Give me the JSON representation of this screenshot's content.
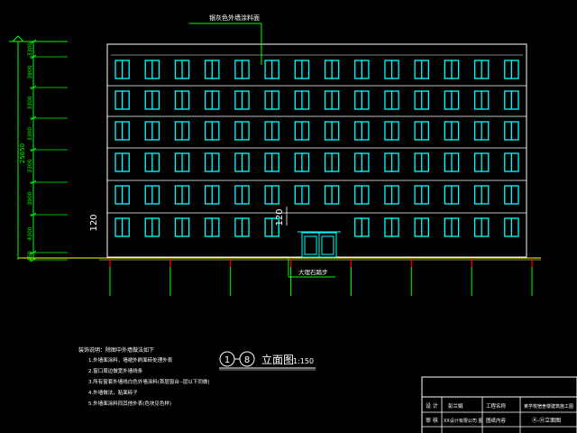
{
  "colors": {
    "background": "#000000",
    "outline": "#ffffff",
    "window": "#00ffff",
    "dimension": "#00ff00",
    "leader": "#00ff00",
    "axis": "#ff0000",
    "ground": "#ffff00",
    "text": "#ffffff"
  },
  "elevation": {
    "facade_note": "银灰色外墙涂料面",
    "door_note": "大理石踏步",
    "level_mark_left": "120",
    "level_mark_mid": "120",
    "total_height": "25650",
    "floor_heights": [
      "3300",
      "3800",
      "3300",
      "3300",
      "3300",
      "3900",
      "4300",
      "450"
    ],
    "floors": 6,
    "bays": 14,
    "axis_count": 8
  },
  "title": {
    "axis_start": "1",
    "axis_end": "8",
    "label": "立面图",
    "scale": "1:150"
  },
  "notes": {
    "heading": "装饰说明：除图中外墙做法如下",
    "items": [
      "1.外墙面涂料，墙裙外刷面砖处理外表",
      "2.窗口周边做宽外墙线条",
      "3.所有窗套外墙线白色外墙涂料(首层窗台--层以下同做)",
      "4.外墙做法，贴面砖子",
      "5.外墙面涂料同其他外表(色块见色样)"
    ]
  },
  "title_block": {
    "row1": [
      "设 计",
      "彭兰娟",
      "工程名称",
      "某学校宿舍楼建筑施工图"
    ],
    "row2": [
      "审 核",
      "XX设计有限公司 图",
      "图纸内容",
      "Ⓐ-Ⓗ立面图"
    ],
    "row3": [
      "",
      "",
      "",
      ""
    ]
  }
}
